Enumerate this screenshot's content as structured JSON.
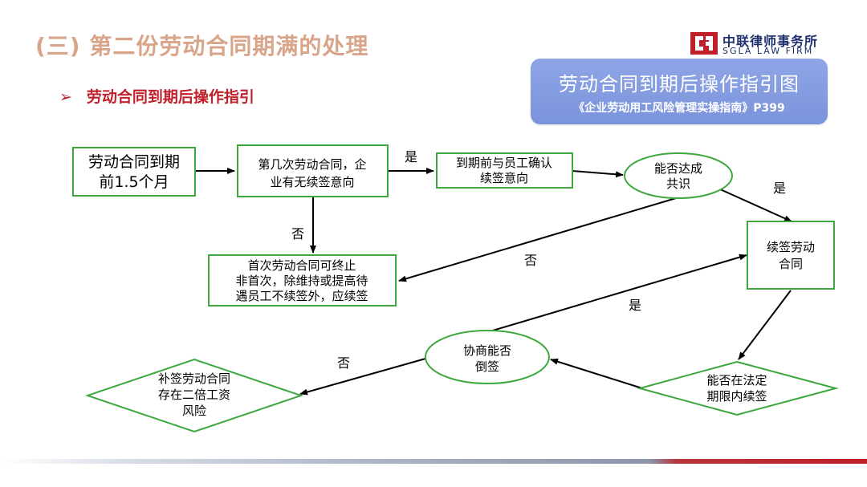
{
  "header": {
    "title": "(三) 第二份劳动合同期满的处理",
    "bullet_text": "劳动合同到期后操作指引",
    "bullet_arrow": "➢"
  },
  "logo": {
    "name_cn": "中联律师事务所",
    "name_en": "SGLA LAW FIRM"
  },
  "guide_box": {
    "title": "劳动合同到期后操作指引图",
    "source": "《企业劳动用工风险管理实操指南》P399"
  },
  "flowchart": {
    "nodes": {
      "start": [
        "劳动合同到期",
        "前1.5个月"
      ],
      "check_count": [
        "第几次劳动合同，企",
        "业有无续签意向"
      ],
      "confirm": [
        "到期前与员工确认",
        "续签意向"
      ],
      "consensus": [
        "能否达成",
        "共识"
      ],
      "terminate": [
        "首次劳动合同可终止",
        "非首次，除维持或提高待",
        "遇员工不续签外，应续签"
      ],
      "renew": [
        "续签劳动",
        "合同"
      ],
      "legal_period": [
        "能否在法定",
        "期限内续签"
      ],
      "backdate": [
        "协商能否",
        "倒签"
      ],
      "risk": [
        "补签劳动合同",
        "存在二倍工资",
        "风险"
      ]
    },
    "edge_labels": {
      "yes1": "是",
      "no1": "否",
      "yes2": "是",
      "no2": "否",
      "yes3": "是",
      "no3": "否"
    }
  },
  "colors": {
    "title": "#d9a58a",
    "bullet": "#c0202a",
    "shape_stroke": "#3ea83e",
    "guide_bg": "#7b93dc",
    "logo": "#1d2f6e"
  }
}
